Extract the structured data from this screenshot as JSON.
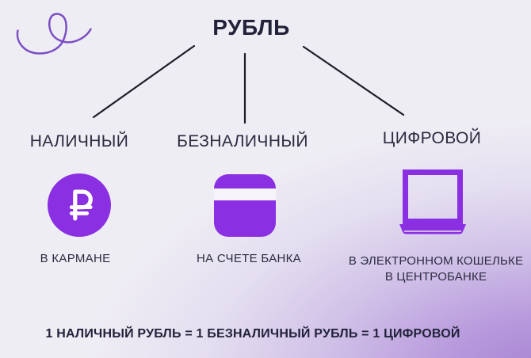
{
  "title": "РУБЛЬ",
  "branches": [
    {
      "label": "НАЛИЧНЫЙ",
      "icon": "ruble-coin-icon",
      "caption": "В КАРМАНЕ"
    },
    {
      "label": "БЕЗНАЛИЧНЫЙ",
      "icon": "bank-card-icon",
      "caption": "НА СЧЕТЕ БАНКА"
    },
    {
      "label": "ЦИФРОВОЙ",
      "icon": "laptop-icon",
      "caption_line1": "В ЭЛЕКТРОННОМ КОШЕЛЬКЕ",
      "caption_line2": "В ЦЕНТРОБАНКЕ"
    }
  ],
  "footer": {
    "equation": "1 НАЛИЧНЫЙ РУБЛЬ = 1 БЕЗНАЛИЧНЫЙ РУБЛЬ = 1 ЦИФРОВОЙ"
  },
  "colors": {
    "accent_purple": "#8a2fe2",
    "squiggle_purple": "#7a4fc4",
    "text_dark": "#2b2b40",
    "title_dark": "#22223a",
    "line_dark": "#1d1d2b",
    "bg_light": "#efedf4",
    "bg_corner": "#a783d2"
  }
}
